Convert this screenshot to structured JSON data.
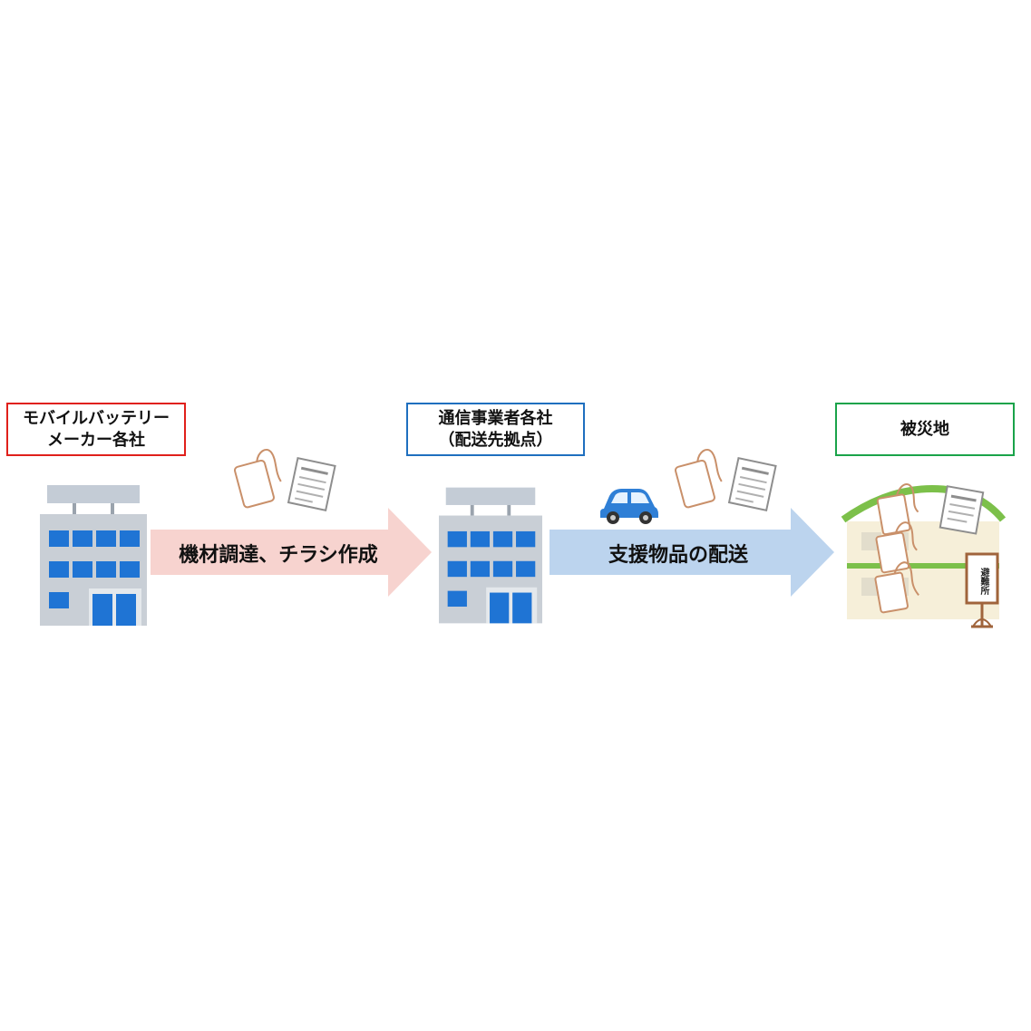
{
  "nodes": {
    "maker": {
      "lines": [
        "モバイルバッテリー",
        "メーカー各社"
      ],
      "border": "#e0201b"
    },
    "carrier": {
      "lines": [
        "通信事業者各社",
        "（配送先拠点）"
      ],
      "border": "#1f6fbf"
    },
    "disaster": {
      "lines": [
        "被災地"
      ],
      "border": "#1aa34a"
    }
  },
  "arrows": {
    "procure": {
      "label": "機材調達、チラシ作成",
      "color": "#f7d3cf"
    },
    "deliver": {
      "label": "支援物品の配送",
      "color": "#bcd4ee"
    }
  },
  "shelter_sign": "避難所",
  "colors": {
    "building_body": "#c9cfd6",
    "building_window": "#1f74d4",
    "car": "#2f7fd6",
    "shelter_roof": "#7cc04a",
    "shelter_wall": "#f6efd9",
    "battery_outline": "#c9906a"
  }
}
